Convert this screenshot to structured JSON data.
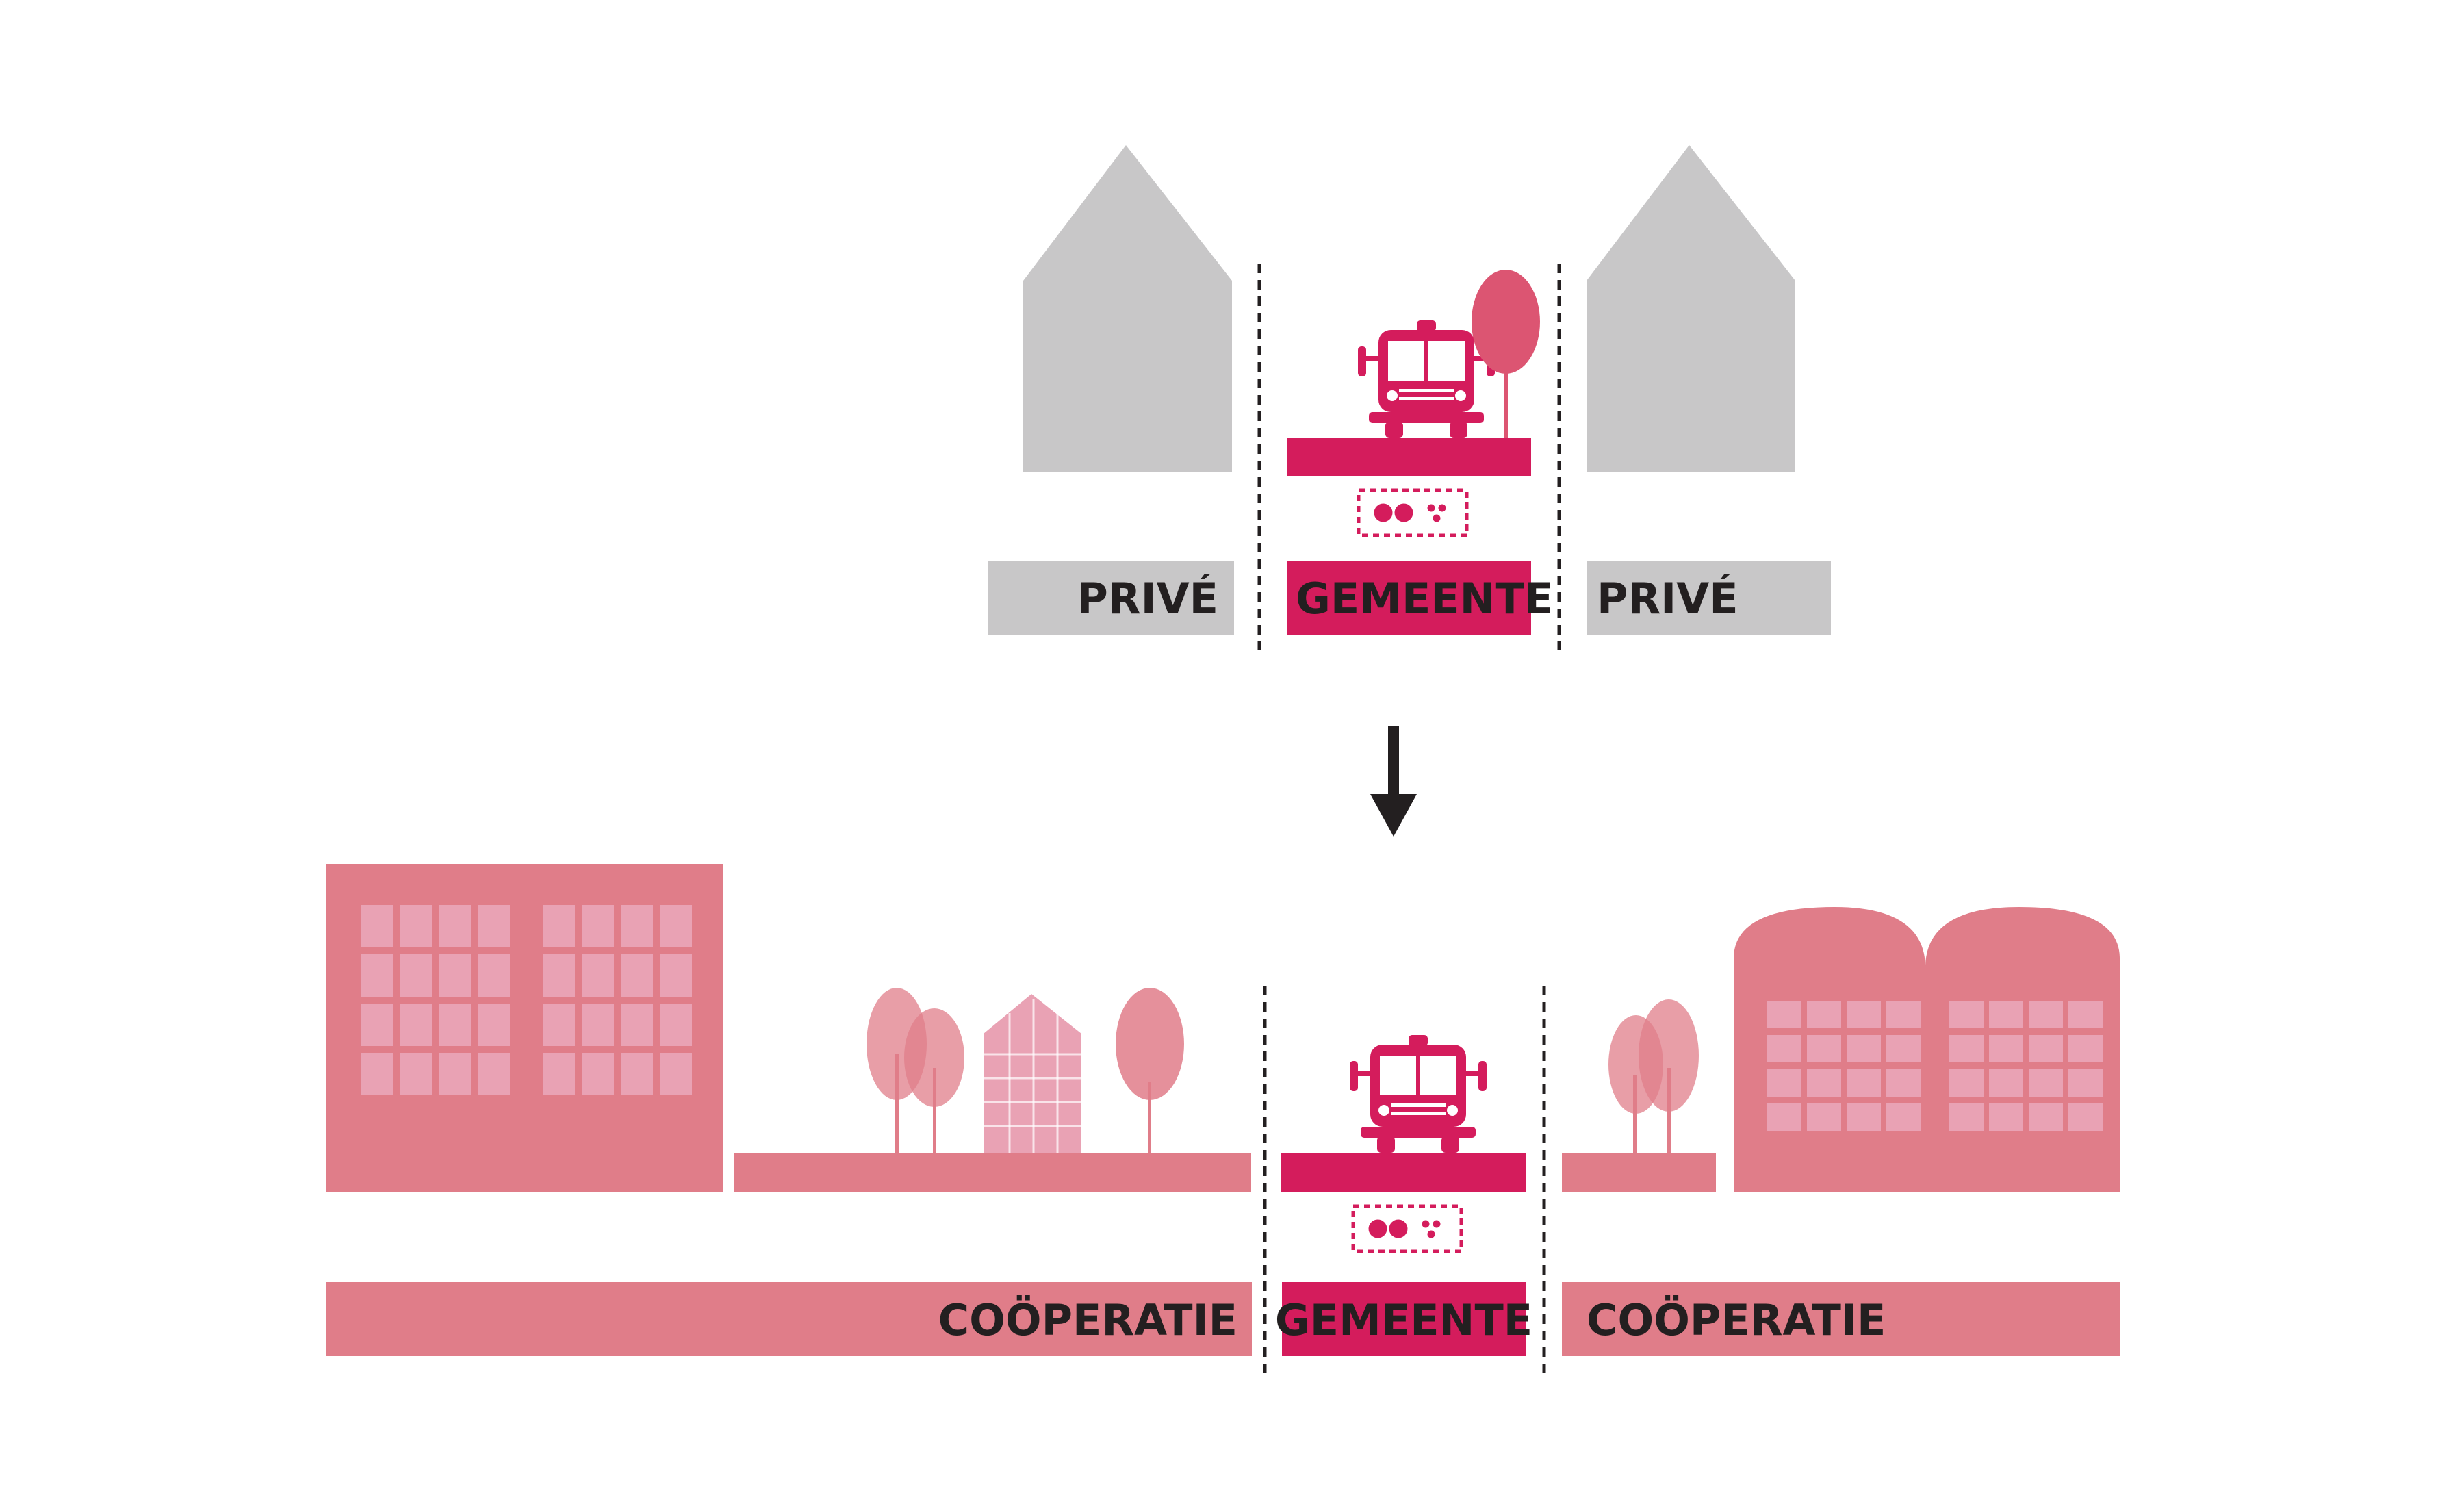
{
  "colors": {
    "private_grey": "#c8c7c8",
    "municipality_magenta": "#d41c5c",
    "cooperative_pink": "#e07d89",
    "tree_magenta": "#dc5572",
    "window_pink": "#e9a2b4",
    "text_dark": "#231f20"
  },
  "top": {
    "labels": {
      "left_private": "PRIVÉ",
      "municipality": "GEMEENTE",
      "right_private": "PRIVÉ"
    },
    "icons": [
      "house-icon",
      "fire-truck-icon",
      "tree-icon",
      "pipes-icon",
      "house-icon"
    ]
  },
  "arrow_icon": "down-arrow-icon",
  "bottom": {
    "labels": {
      "left_cooperative": "COÖPERATIE",
      "municipality": "GEMEENTE",
      "right_cooperative": "COÖPERATIE"
    },
    "icons": [
      "apartment-building-icon",
      "tree-icon",
      "greenhouse-icon",
      "fire-truck-icon",
      "pipes-icon",
      "hall-building-icon"
    ]
  }
}
